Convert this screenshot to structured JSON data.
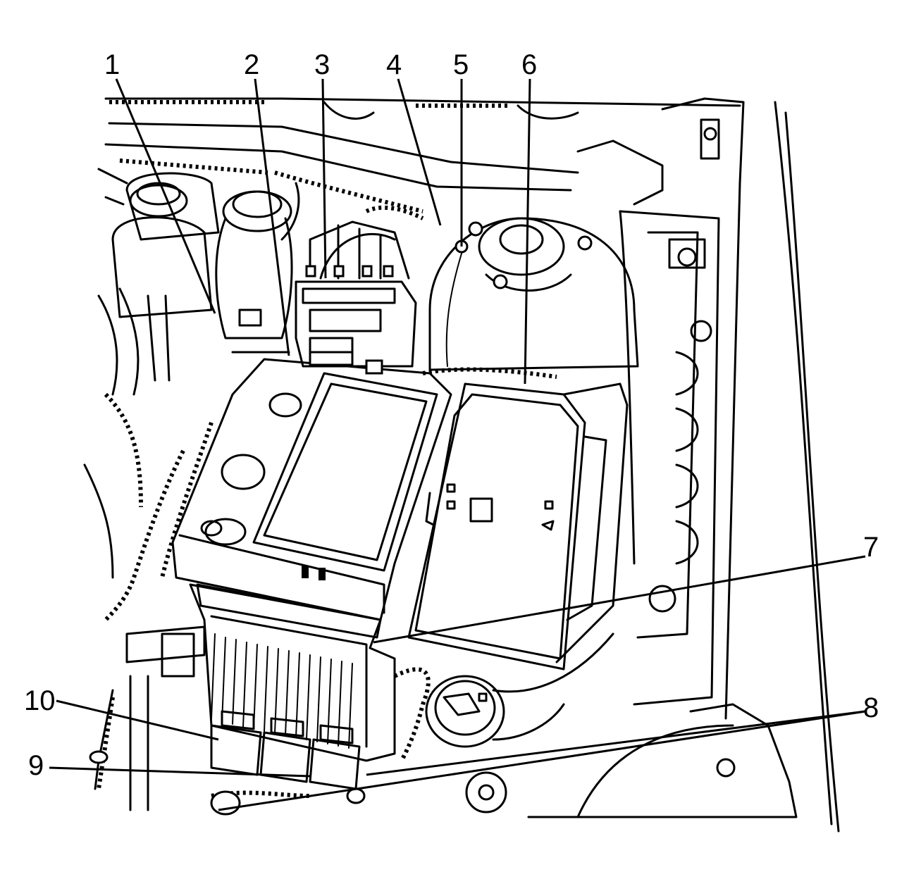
{
  "diagram": {
    "callouts": [
      {
        "id": "callout-1",
        "label": "1"
      },
      {
        "id": "callout-2",
        "label": "2"
      },
      {
        "id": "callout-3",
        "label": "3"
      },
      {
        "id": "callout-4",
        "label": "4"
      },
      {
        "id": "callout-5",
        "label": "5"
      },
      {
        "id": "callout-6",
        "label": "6"
      },
      {
        "id": "callout-7",
        "label": "7"
      },
      {
        "id": "callout-8",
        "label": "8"
      },
      {
        "id": "callout-9",
        "label": "9"
      },
      {
        "id": "callout-10",
        "label": "10"
      }
    ],
    "colors": {
      "ink": "#000000",
      "paper": "#ffffff"
    }
  }
}
